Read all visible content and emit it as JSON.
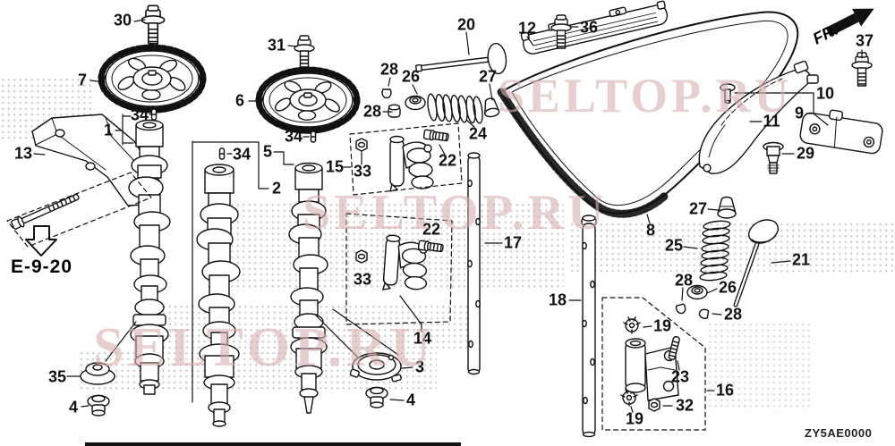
{
  "watermark": {
    "text": "SELTOP.RU"
  },
  "direction": {
    "label": "FR."
  },
  "reference": {
    "label": "E-9-20"
  },
  "drawing_code": "ZY5AE0000",
  "callouts": [
    {
      "label": "30"
    },
    {
      "label": "7"
    },
    {
      "label": "31"
    },
    {
      "label": "6"
    },
    {
      "label": "13"
    },
    {
      "label": "1"
    },
    {
      "label": "34"
    },
    {
      "label": "2"
    },
    {
      "label": "34"
    },
    {
      "label": "5"
    },
    {
      "label": "34"
    },
    {
      "label": "15"
    },
    {
      "label": "33"
    },
    {
      "label": "22"
    },
    {
      "label": "24"
    },
    {
      "label": "27"
    },
    {
      "label": "26"
    },
    {
      "label": "28"
    },
    {
      "label": "28"
    },
    {
      "label": "20"
    },
    {
      "label": "12"
    },
    {
      "label": "36"
    },
    {
      "label": "37"
    },
    {
      "label": "10"
    },
    {
      "label": "9"
    },
    {
      "label": "11"
    },
    {
      "label": "29"
    },
    {
      "label": "8"
    },
    {
      "label": "27"
    },
    {
      "label": "25"
    },
    {
      "label": "21"
    },
    {
      "label": "26"
    },
    {
      "label": "28"
    },
    {
      "label": "28"
    },
    {
      "label": "18"
    },
    {
      "label": "17"
    },
    {
      "label": "33"
    },
    {
      "label": "22"
    },
    {
      "label": "14"
    },
    {
      "label": "3"
    },
    {
      "label": "4"
    },
    {
      "label": "16"
    },
    {
      "label": "19"
    },
    {
      "label": "23"
    },
    {
      "label": "32"
    },
    {
      "label": "19"
    },
    {
      "label": "35"
    },
    {
      "label": "4"
    }
  ]
}
